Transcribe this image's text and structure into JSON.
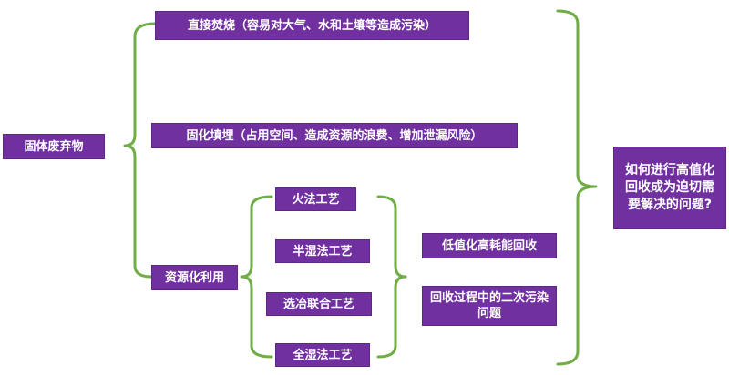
{
  "colors": {
    "box": "#7030a0",
    "line": "#70ad47",
    "text": "#ffffff"
  },
  "root": {
    "label": "固体废弃物"
  },
  "methods": {
    "direct_burn": "直接焚烧（容易对大气、水和土壤等造成污染）",
    "solidify": "固化填埋（占用空间、造成资源的浪费、增加泄漏风险）",
    "resource": "资源化利用"
  },
  "processes": {
    "fire": "火法工艺",
    "semi_wet": "半湿法工艺",
    "smelt_combo": "选冶联合工艺",
    "full_wet": "全湿法工艺"
  },
  "problems": {
    "low_value": "低值化高耗能回收",
    "secondary_pollution": "回收过程中的二次污染问题"
  },
  "conclusion": "如何进行高值化回收成为迫切需要解决的问题?"
}
